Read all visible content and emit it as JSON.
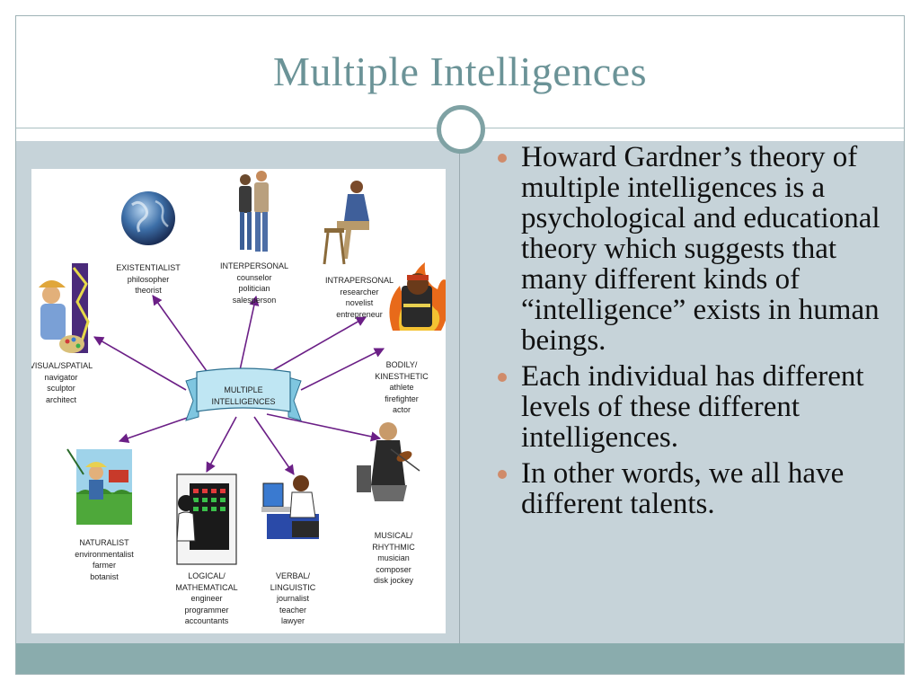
{
  "slide": {
    "title": "Multiple Intelligences",
    "accent_color": "#6b9397",
    "band_color": "#c6d3d9",
    "footer_color": "#8aacad",
    "bullet_color": "#d08b6a"
  },
  "diagram": {
    "center": {
      "lines": [
        "MULTIPLE",
        "INTELLIGENCES"
      ]
    },
    "nodes": [
      {
        "key": "existentialist",
        "title": "EXISTENTIALIST",
        "roles": [
          "philosopher",
          "theorist"
        ],
        "icon": "globe-icon"
      },
      {
        "key": "interpersonal",
        "title": "INTERPERSONAL",
        "roles": [
          "counselor",
          "politician",
          "salesperson"
        ],
        "icon": "people-icon"
      },
      {
        "key": "intrapersonal",
        "title": "INTRAPERSONAL",
        "roles": [
          "researcher",
          "novelist",
          "entrepreneur"
        ],
        "icon": "thinker-icon"
      },
      {
        "key": "visual",
        "title": "VISUAL/SPATIAL",
        "roles": [
          "navigator",
          "sculptor",
          "architect"
        ],
        "icon": "painter-icon"
      },
      {
        "key": "bodily",
        "title": "BODILY/",
        "title2": "KINESTHETIC",
        "roles": [
          "athlete",
          "firefighter",
          "actor"
        ],
        "icon": "firefighter-icon"
      },
      {
        "key": "naturalist",
        "title": "NATURALIST",
        "roles": [
          "environmentalist",
          "farmer",
          "botanist"
        ],
        "icon": "farmer-icon"
      },
      {
        "key": "logical",
        "title": "LOGICAL/",
        "title2": "MATHEMATICAL",
        "roles": [
          "engineer",
          "programmer",
          "accountants"
        ],
        "icon": "calculator-icon"
      },
      {
        "key": "verbal",
        "title": "VERBAL/",
        "title2": "LINGUISTIC",
        "roles": [
          "journalist",
          "teacher",
          "lawyer"
        ],
        "icon": "typist-icon"
      },
      {
        "key": "musical",
        "title": "MUSICAL/",
        "title2": "RHYTHMIC",
        "roles": [
          "musician",
          "composer",
          "disk jockey"
        ],
        "icon": "violinist-icon"
      }
    ]
  },
  "bullets": [
    "Howard Gardner’s theory of multiple intelligences is a psychological and educational theory which suggests that many different kinds of “intelligence” exists in human beings.",
    "Each individual has different levels of these different intelligences.",
    "In other words, we all have different talents."
  ]
}
